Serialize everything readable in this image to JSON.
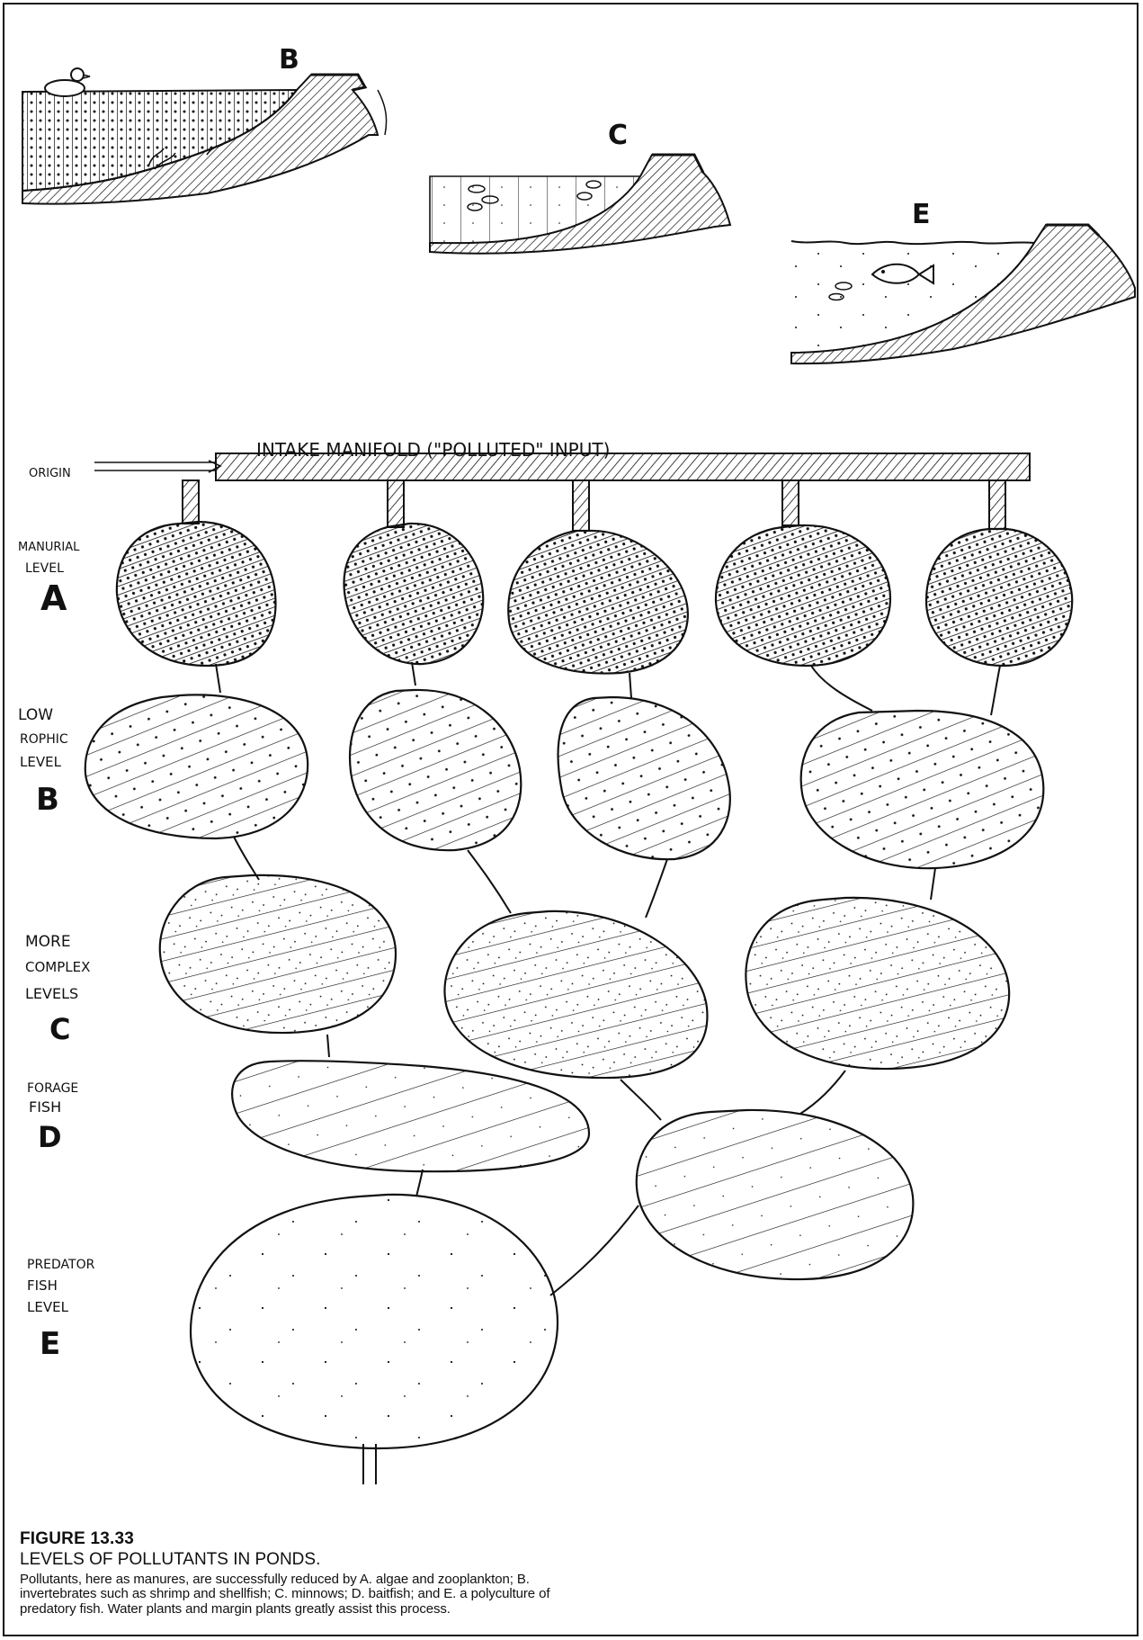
{
  "pond_sections": [
    {
      "label": "B"
    },
    {
      "label": "C"
    },
    {
      "label": "E"
    }
  ],
  "manifold": {
    "label": "INTAKE   MANIFOLD (\"POLLUTED\" INPUT)",
    "origin_label": "ORIGIN"
  },
  "levels": [
    {
      "lines": [
        "MANURIAL",
        "LEVEL"
      ],
      "letter": "A"
    },
    {
      "lines": [
        "LOW",
        "ROPHIC",
        "LEVEL"
      ],
      "letter": "B"
    },
    {
      "lines": [
        "MORE",
        "COMPLEX",
        "LEVELS"
      ],
      "letter": "C"
    },
    {
      "lines": [
        "FORAGE",
        "FISH"
      ],
      "letter": "D"
    },
    {
      "lines": [
        "PREDATOR",
        "FISH",
        "LEVEL"
      ],
      "letter": "E"
    }
  ],
  "caption": {
    "figure_number": "FIGURE 13.33",
    "title": "LEVELS OF POLLUTANTS IN PONDS.",
    "body": "Pollutants, here as manures, are successfully reduced by A. algae and zooplankton; B. invertebrates such as shrimp and shellfish; C. minnows; D. baitfish; and E. a polyculture of predatory fish. Water plants and margin plants greatly assist this process."
  }
}
